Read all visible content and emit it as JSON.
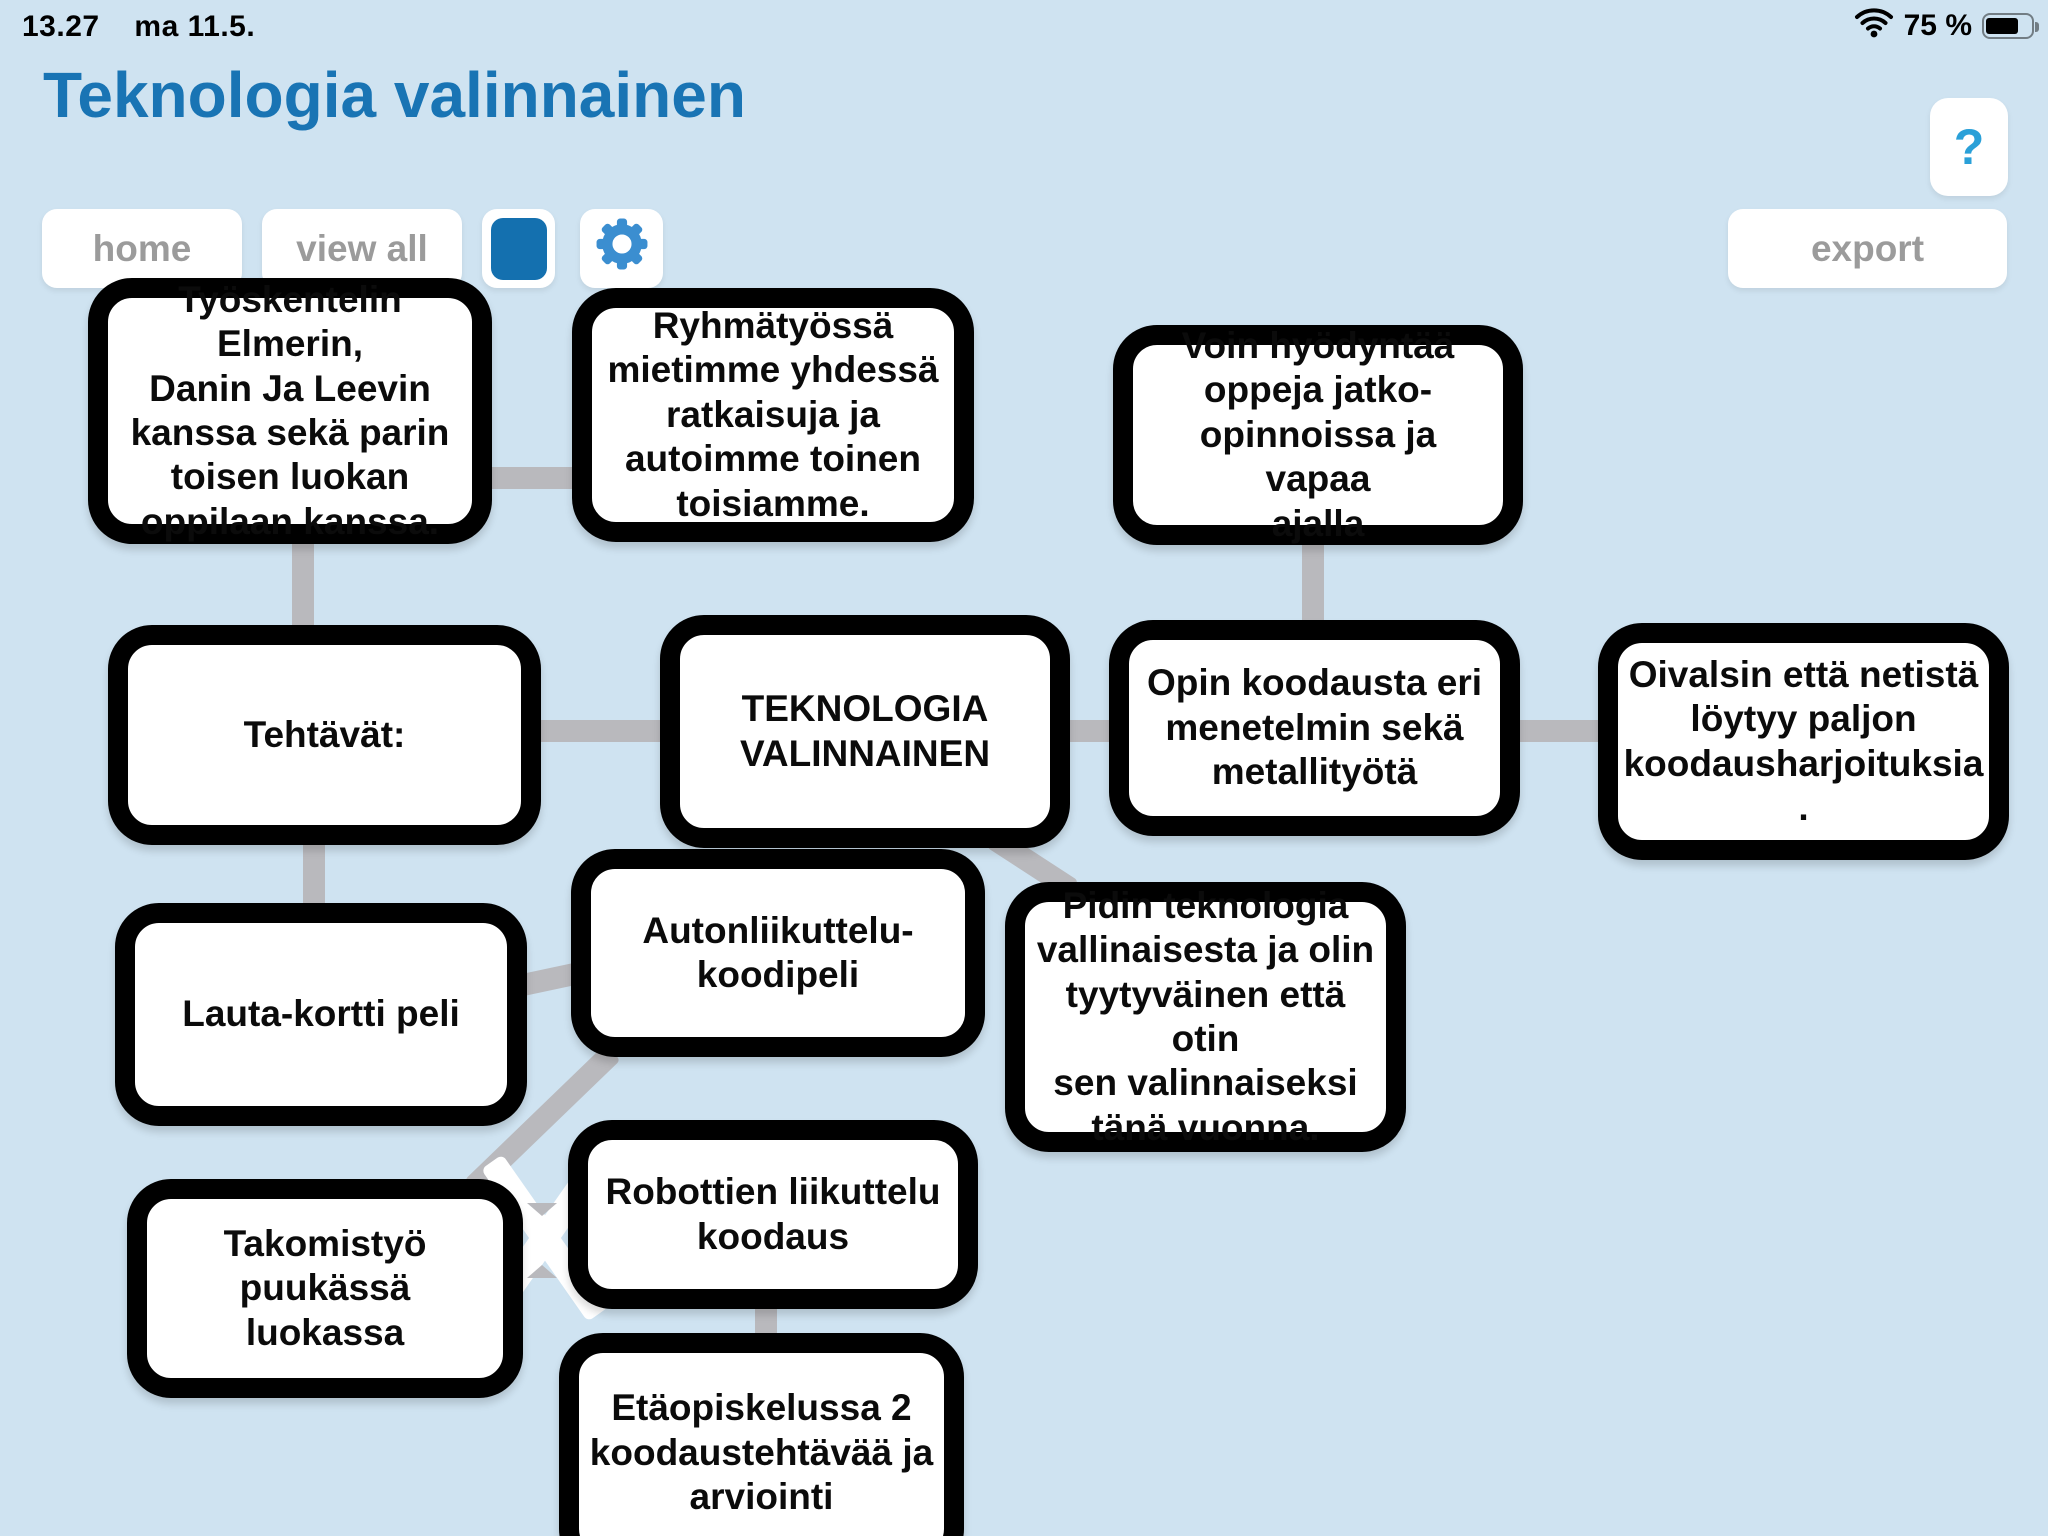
{
  "status_bar": {
    "time": "13.27",
    "date": "ma 11.5.",
    "battery_percent": "75 %"
  },
  "header": {
    "title": "Teknologia valinnainen",
    "help_label": "?"
  },
  "toolbar": {
    "home_label": "home",
    "view_all_label": "view all",
    "export_label": "export"
  },
  "colors": {
    "background": "#cfe3f1",
    "title_blue": "#1974b4",
    "button_text_gray": "#9b9b9b",
    "node_border": "#000000",
    "node_fill": "#ffffff",
    "connector_gray": "#b9b9bd",
    "color_swatch_blue": "#1470af",
    "gear_blue": "#3b8ed0",
    "help_blue": "#2aa0d8"
  },
  "nodes": [
    {
      "id": "tyoskentelin",
      "text": "Työskentelin Elmerin,\nDanin Ja Leevin\nkanssa sekä parin\ntoisen luokan\noppilaan kanssa."
    },
    {
      "id": "ryhmatyossa",
      "text": "Ryhmätyössä\nmietimme yhdessä\nratkaisuja ja\nautoimme toinen\ntoisiamme."
    },
    {
      "id": "voin",
      "text": "Voin hyödyntää\noppeja jatko-\nopinnoissa ja vapaa\najalla"
    },
    {
      "id": "tehtavat",
      "text": "Tehtävät:"
    },
    {
      "id": "central",
      "text": "TEKNOLOGIA\nVALINNAINEN"
    },
    {
      "id": "opin",
      "text": "Opin koodausta eri\nmenetelmin sekä\nmetallityötä"
    },
    {
      "id": "oivalsin",
      "text": "Oivalsin että netistä\nlöytyy paljon\nkoodausharjoituksia\n."
    },
    {
      "id": "autonliikuttelu",
      "text": "Autonliikuttelu-\nkoodipeli"
    },
    {
      "id": "pidin",
      "text": "Pidin teknologia\nvallinaisesta ja olin\ntyytyväinen että otin\nsen valinnaiseksi\ntänä vuonna."
    },
    {
      "id": "lauta",
      "text": "Lauta-kortti peli"
    },
    {
      "id": "robottien",
      "text": "Robottien liikuttelu\nkoodaus"
    },
    {
      "id": "takomisto",
      "text": "Takomistyö\npuukässä luokassa"
    },
    {
      "id": "etaopiskelussa",
      "text": "Etäopiskelussa 2\nkoodaustehtävää ja\narviointi"
    }
  ],
  "connections": [
    [
      "tyoskentelin",
      "ryhmatyossa"
    ],
    [
      "tyoskentelin",
      "tehtavat"
    ],
    [
      "tehtavat",
      "central"
    ],
    [
      "central",
      "opin"
    ],
    [
      "voin",
      "opin"
    ],
    [
      "opin",
      "oivalsin"
    ],
    [
      "tehtavat",
      "lauta"
    ],
    [
      "lauta",
      "autonliikuttelu"
    ],
    [
      "central",
      "pidin"
    ],
    [
      "autonliikuttelu",
      "takomisto"
    ],
    [
      "robottien",
      "etaopiskelussa"
    ]
  ]
}
